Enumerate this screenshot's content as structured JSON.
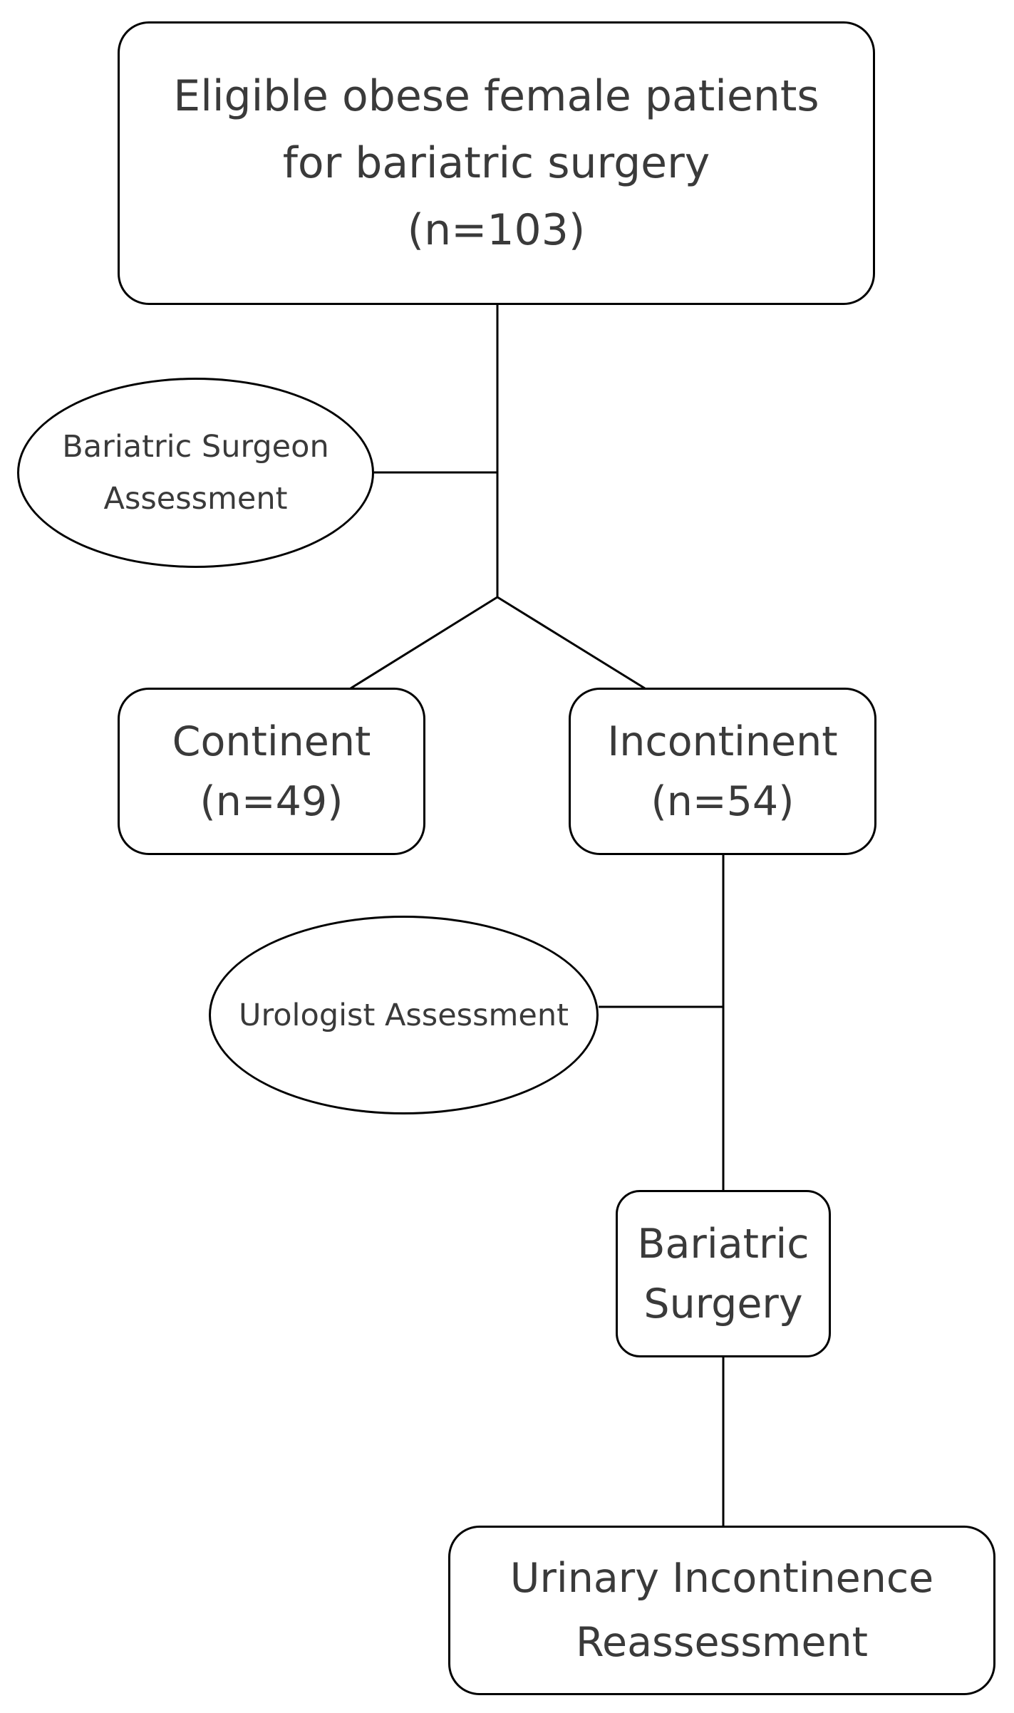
{
  "diagram": {
    "eligible": {
      "line1": "Eligible obese female patients",
      "line2": "for bariatric surgery",
      "line3": "(n=103)"
    },
    "surgeon_assessment": {
      "line1": "Bariatric Surgeon",
      "line2": "Assessment"
    },
    "continent": {
      "label": "Continent",
      "count": "(n=49)"
    },
    "incontinent": {
      "label": "Incontinent",
      "count": "(n=54)"
    },
    "urologist_assessment": {
      "label": "Urologist Assessment"
    },
    "bariatric_surgery": {
      "line1": "Bariatric",
      "line2": "Surgery"
    },
    "reassessment": {
      "line1": "Urinary Incontinence",
      "line2": "Reassessment"
    }
  }
}
